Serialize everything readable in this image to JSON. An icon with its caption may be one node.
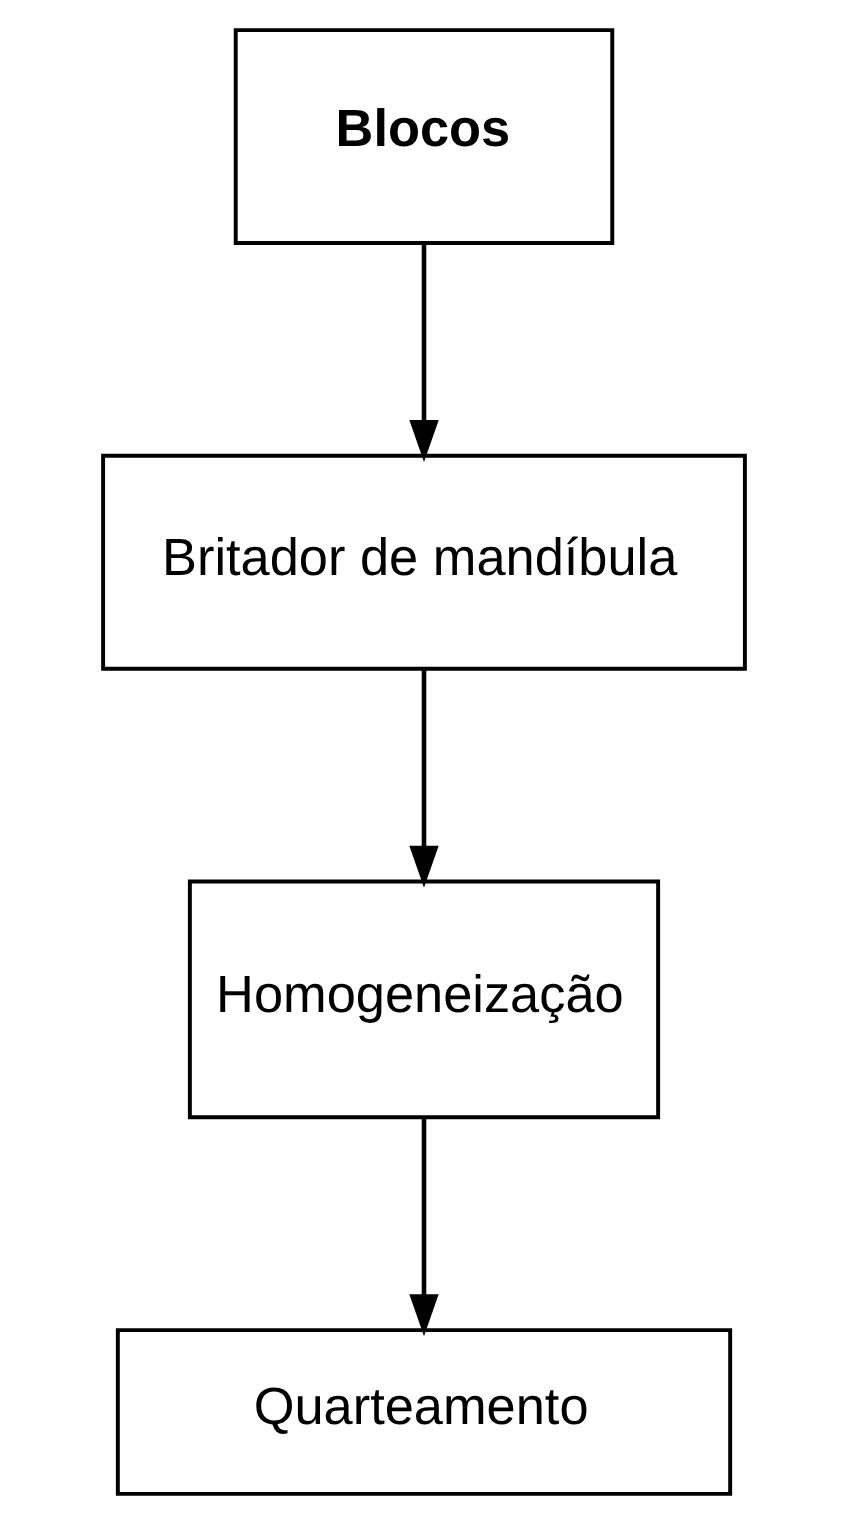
{
  "diagram": {
    "nodes": [
      {
        "text": [
          "Blocos"
        ]
      },
      {
        "text": [
          "Britador de mandíbula"
        ]
      },
      {
        "text": [
          "Homogeneização"
        ]
      },
      {
        "text": [
          "Quarteamento"
        ]
      }
    ],
    "edges": [
      {
        "from": 0,
        "to": 1,
        "arrow": "to"
      },
      {
        "from": 1,
        "to": 2,
        "arrow": "to"
      },
      {
        "from": 2,
        "to": 3,
        "arrow": "to"
      }
    ]
  }
}
